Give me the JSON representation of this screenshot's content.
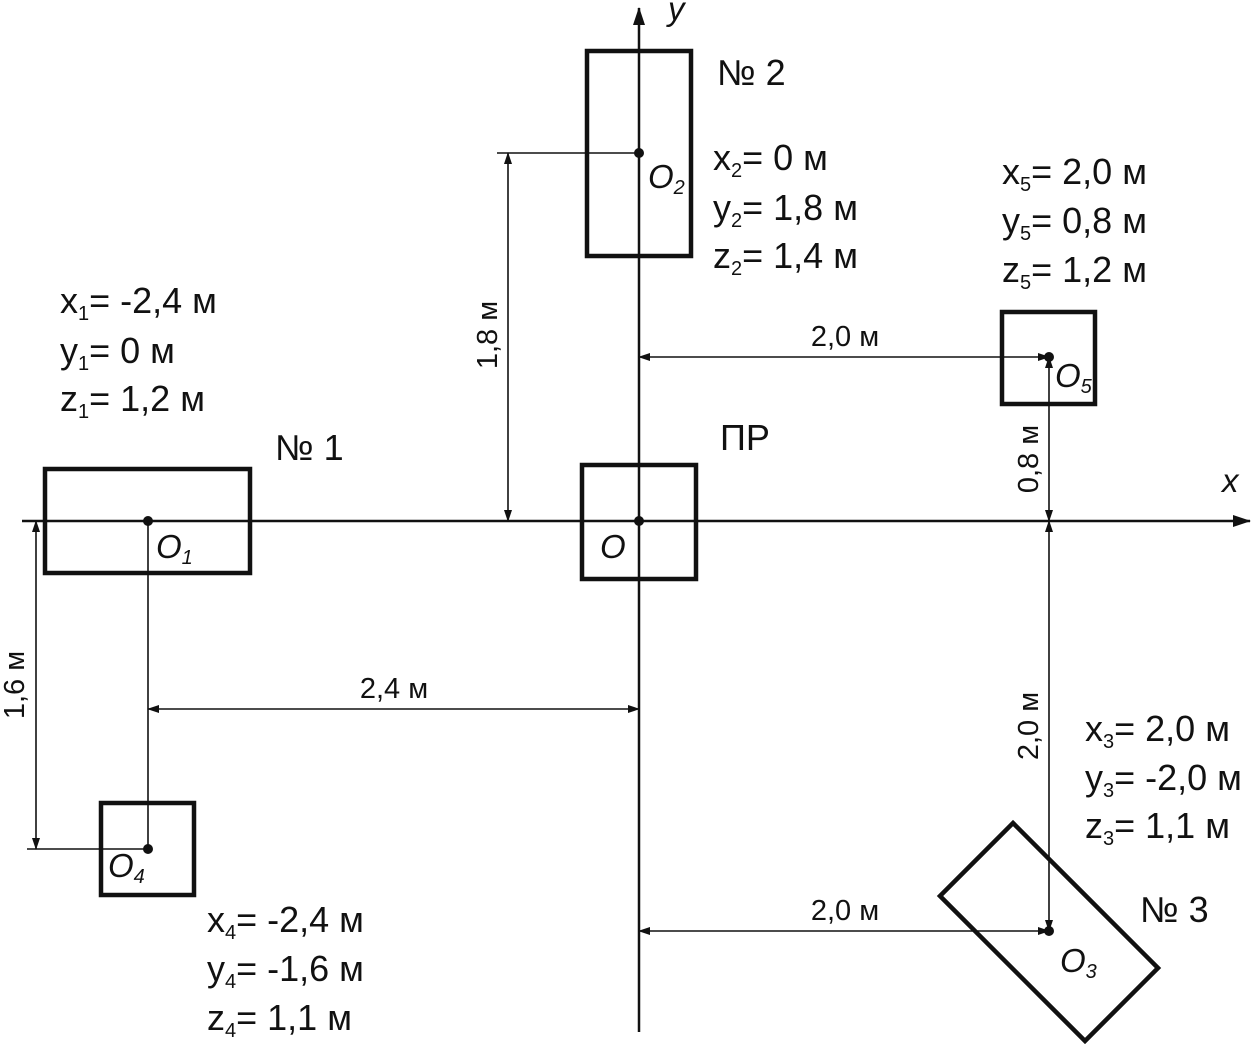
{
  "axes": {
    "x_label": "x",
    "y_label": "y",
    "origin_label": "O"
  },
  "center_label": "ПР",
  "unit": "м",
  "objects": [
    {
      "number": "№ 1",
      "point": "O",
      "point_sub": "1",
      "coords": [
        {
          "var": "x",
          "sub": "1",
          "value": "= -2,4 м"
        },
        {
          "var": "y",
          "sub": "1",
          "value": "= 0 м"
        },
        {
          "var": "z",
          "sub": "1",
          "value": "= 1,2 м"
        }
      ]
    },
    {
      "number": "№ 2",
      "point": "O",
      "point_sub": "2",
      "coords": [
        {
          "var": "x",
          "sub": "2",
          "value": "= 0 м"
        },
        {
          "var": "y",
          "sub": "2",
          "value": "= 1,8 м"
        },
        {
          "var": "z",
          "sub": "2",
          "value": "= 1,4 м"
        }
      ]
    },
    {
      "number": "№ 3",
      "point": "O",
      "point_sub": "3",
      "coords": [
        {
          "var": "x",
          "sub": "3",
          "value": "= 2,0 м"
        },
        {
          "var": "y",
          "sub": "3",
          "value": "= -2,0 м"
        },
        {
          "var": "z",
          "sub": "3",
          "value": "= 1,1 м"
        }
      ]
    },
    {
      "number": "",
      "point": "O",
      "point_sub": "4",
      "coords": [
        {
          "var": "x",
          "sub": "4",
          "value": "= -2,4 м"
        },
        {
          "var": "y",
          "sub": "4",
          "value": "= -1,6 м"
        },
        {
          "var": "z",
          "sub": "4",
          "value": "= 1,1 м"
        }
      ]
    },
    {
      "number": "",
      "point": "O",
      "point_sub": "5",
      "coords": [
        {
          "var": "x",
          "sub": "5",
          "value": "= 2,0 м"
        },
        {
          "var": "y",
          "sub": "5",
          "value": "= 0,8 м"
        },
        {
          "var": "z",
          "sub": "5",
          "value": "= 1,2 м"
        }
      ]
    }
  ],
  "dimensions": {
    "d_1_8": "1,8 м",
    "d_2_0_top": "2,0 м",
    "d_0_8": "0,8 м",
    "d_2_4": "2,4 м",
    "d_1_6": "1,6 м",
    "d_2_0_vertical": "2,0 м",
    "d_2_0_bottom": "2,0 м"
  }
}
